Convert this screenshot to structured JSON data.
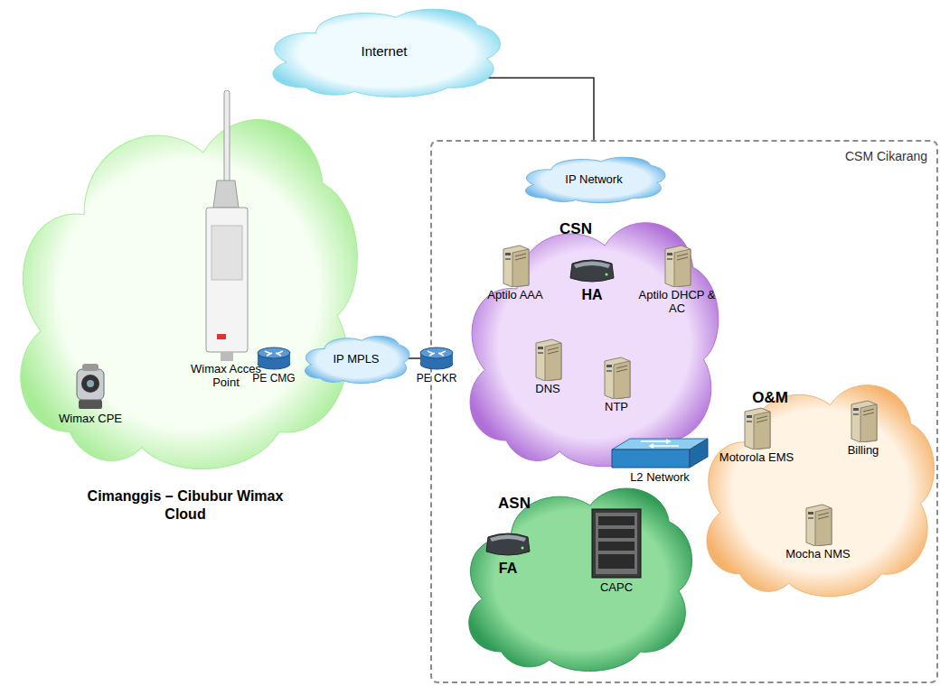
{
  "diagram": {
    "nodes": [
      {
        "text": [
          "Internet"
        ]
      },
      {
        "text": [
          "CSM Cikarang"
        ]
      },
      {
        "text": [
          "IP Network"
        ],
        "in": 1
      },
      {
        "text": [
          "CSN"
        ],
        "in": 1
      },
      {
        "text": [
          "Aptilo AAA"
        ],
        "in": 3
      },
      {
        "text": [
          "HA"
        ],
        "in": 3
      },
      {
        "text": [
          "Aptilo DHCP & AC"
        ],
        "in": 3
      },
      {
        "text": [
          "DNS"
        ],
        "in": 3
      },
      {
        "text": [
          "NTP"
        ],
        "in": 3
      },
      {
        "text": [
          "Cimanggis – Cibubur Wimax Cloud"
        ]
      },
      {
        "text": [
          "Wimax CPE"
        ],
        "in": 9
      },
      {
        "text": [
          "Wimax Acces Point"
        ],
        "in": 9
      },
      {
        "text": [
          "PE CMG"
        ],
        "in": 9
      },
      {
        "text": [
          "IP MPLS"
        ]
      },
      {
        "text": [
          "PE CKR"
        ]
      },
      {
        "text": [
          "L2 Network"
        ],
        "in": 1
      },
      {
        "text": [
          "O&M"
        ],
        "in": 1
      },
      {
        "text": [
          "Motorola EMS"
        ],
        "in": 16
      },
      {
        "text": [
          "Billing"
        ],
        "in": 16
      },
      {
        "text": [
          "Mocha NMS"
        ],
        "in": 16
      },
      {
        "text": [
          "ASN"
        ],
        "in": 1
      },
      {
        "text": [
          "FA"
        ],
        "in": 20
      },
      {
        "text": [
          "CAPC"
        ],
        "in": 20
      }
    ],
    "edges": [
      {
        "from": 0,
        "to": 2,
        "arrow": "none"
      },
      {
        "from": 2,
        "to": 3,
        "arrow": "none"
      },
      {
        "from": 12,
        "to": 13,
        "arrow": "none"
      },
      {
        "from": 13,
        "to": 14,
        "arrow": "none"
      },
      {
        "from": 14,
        "to": 3,
        "arrow": "none"
      },
      {
        "from": 10,
        "to": 11,
        "arrow": "none"
      }
    ]
  }
}
